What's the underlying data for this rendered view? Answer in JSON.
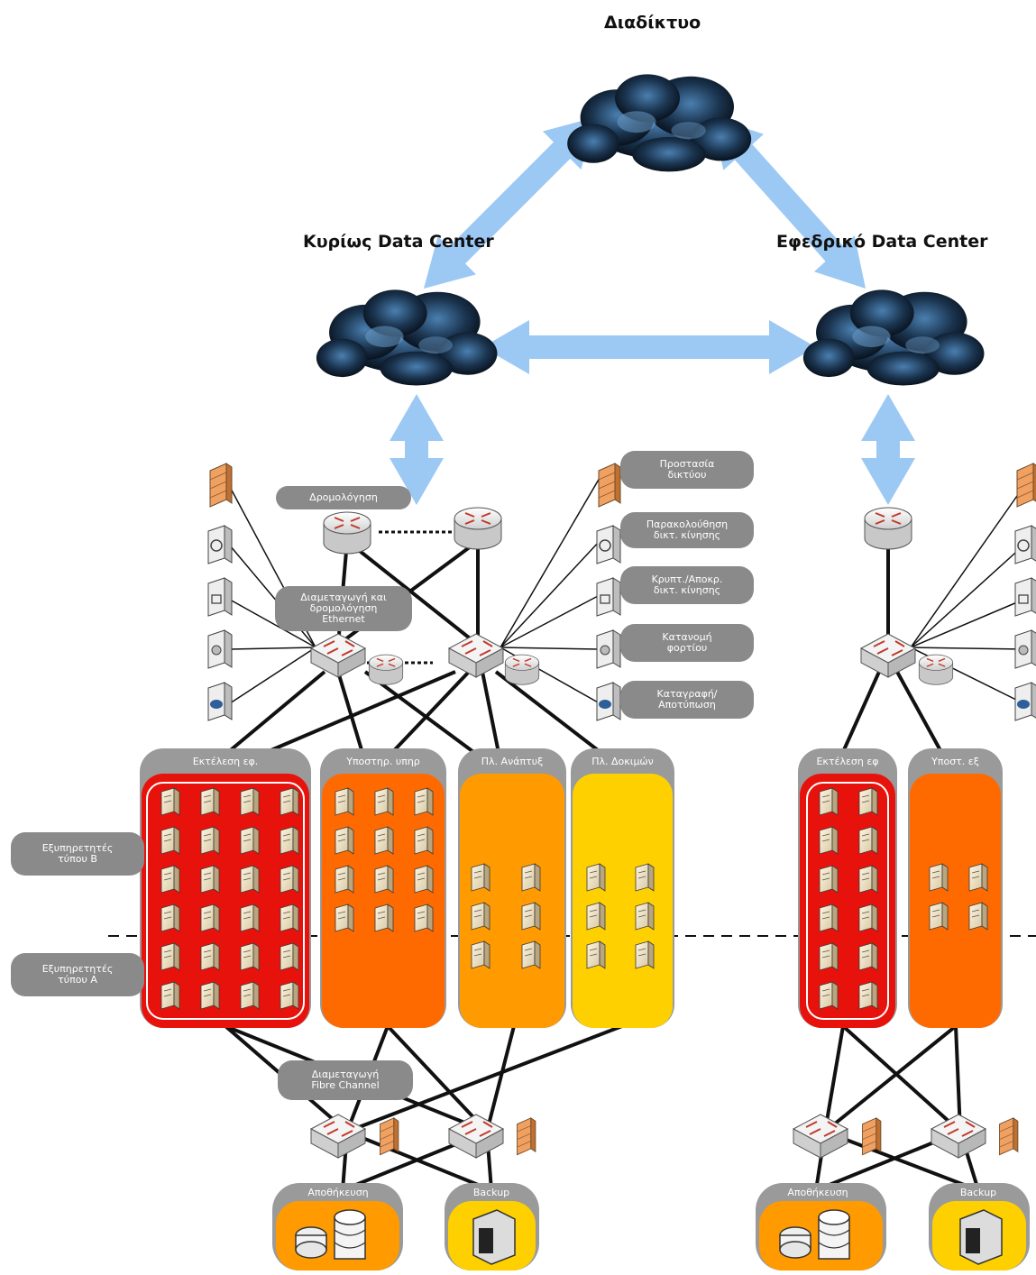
{
  "titles": {
    "internet": "Διαδίκτυο",
    "primary_dc": "Κυρίως Data Center",
    "backup_dc": "Εφεδρικό Data Center"
  },
  "callouts": {
    "routing": "Δρομολόγηση",
    "switching_routing": "Διαμεταγωγή και\nδρομολόγηση\nEthernet",
    "network_protection": "Προστασία\nδικτύου",
    "traffic_monitoring": "Παρακολούθηση\nδικτ. κίνησης",
    "encryption": "Κρυπτ./Αποκρ.\nδικτ. κίνησης",
    "load_balancing": "Κατανομή\nφορτίου",
    "logging": "Καταγραφή/\nΑποτύπωση",
    "servers_b": "Εξυπηρετητές\nτύπου Β",
    "servers_a": "Εξυπηρετητές\nτύπου Α",
    "fc_switching": "Διαμεταγωγή\nFibre Channel"
  },
  "primary_zones": [
    {
      "label": "Εκτέλεση εφ.",
      "color": "#e8120c"
    },
    {
      "label": "Υποστηρ. υπηρ",
      "color": "#ff6a00"
    },
    {
      "label": "Πλ. Ανάπτυξ",
      "color": "#ff9a00"
    },
    {
      "label": "Πλ. Δοκιμών",
      "color": "#ffd000"
    }
  ],
  "backup_zones": [
    {
      "label": "Εκτέλεση εφ",
      "color": "#e8120c"
    },
    {
      "label": "Υποστ. εξ",
      "color": "#ff6a00"
    }
  ],
  "storage": {
    "primary_storage": "Αποθήκευση",
    "primary_backup": "Backup",
    "backup_storage": "Αποθήκευση",
    "backup_backup": "Backup"
  },
  "icons": [
    "cloud-icon",
    "router-icon",
    "switch-icon",
    "firewall-icon",
    "monitor-icon",
    "lock-icon",
    "balancer-icon",
    "log-icon",
    "server-icon",
    "disk-icon",
    "tape-library-icon"
  ]
}
